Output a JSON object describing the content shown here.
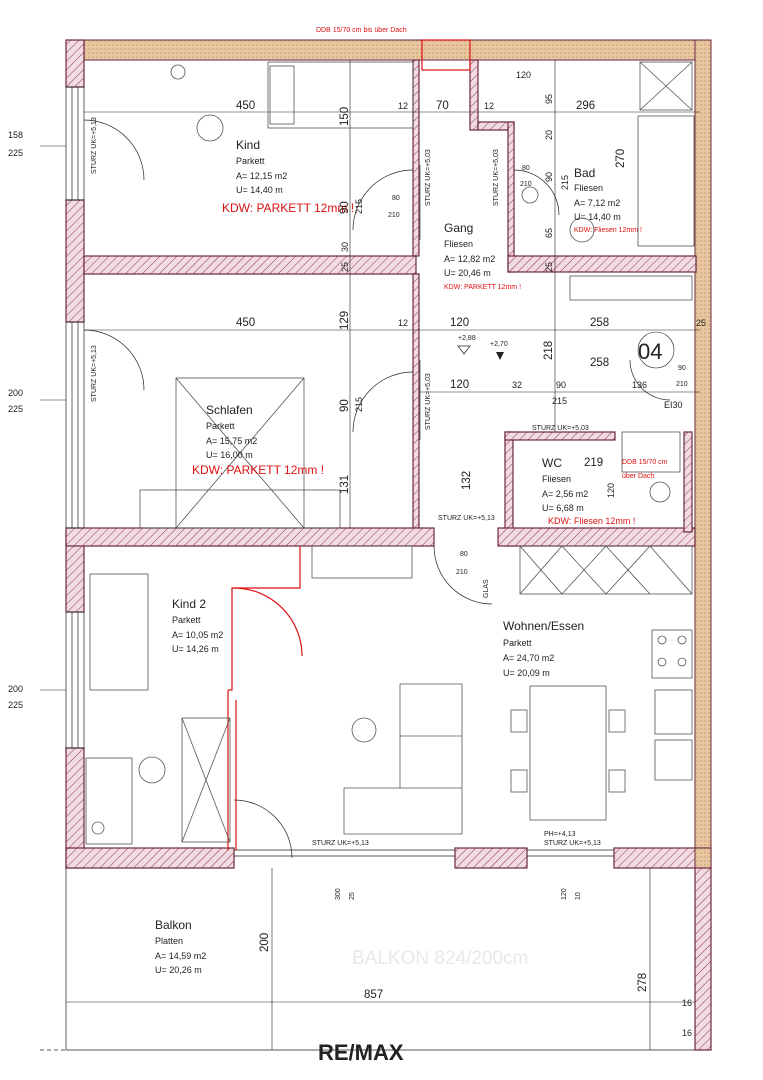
{
  "rooms": [
    {
      "name": "Kind",
      "floor": "Parkett",
      "area": "A=  12,15 m2",
      "perimeter": "U=  14,40 m",
      "note": "KDW: PARKETT 12mm !"
    },
    {
      "name": "Gang",
      "floor": "Fliesen",
      "area": "A=  12,82 m2",
      "perimeter": "U= 20,46 m",
      "note": "KDW: PARKETT 12mm !"
    },
    {
      "name": "Bad",
      "floor": "Fliesen",
      "area": "A=   7,12 m2",
      "perimeter": "U=  14,40 m",
      "note": "KDW: Fliesen 12mm !"
    },
    {
      "name": "Schlafen",
      "floor": "Parkett",
      "area": "A=  15,75 m2",
      "perimeter": "U=  16,00 m",
      "note": "KDW: PARKETT 12mm !"
    },
    {
      "name": "WC",
      "floor": "Fliesen",
      "area": "A=   2,56 m2",
      "perimeter": "U=   6,68 m",
      "note": "KDW: Fliesen 12mm !"
    },
    {
      "name": "Kind 2",
      "floor": "Parkett",
      "area": "A=  10,05 m2",
      "perimeter": "U=  14,26 m"
    },
    {
      "name": "Wohnen/Essen",
      "floor": "Parkett",
      "area": "A= 24,70 m2",
      "perimeter": "U= 20,09 m"
    },
    {
      "name": "Balkon",
      "floor": "Platten",
      "area": "A= 14,59 m2",
      "perimeter": "U= 20,26 m"
    }
  ],
  "unit_number": "04",
  "balcony_caption": "BALKON 824/200cm",
  "watermark": "RE/MAX",
  "door_fire_rating": "EI30",
  "glas_label": "GLAS",
  "ddb_note_lines": [
    "DDB 15/70 cm",
    "über Dach"
  ],
  "top_cut_note": "DDB 15/70 cm bis über Dach",
  "sturz": {
    "s513": "STURZ UK=+5,13",
    "s503": "STURZ UK=+5,03",
    "s503b": "STURZ UK=+5,03",
    "s503c": "STURZ UK=+5,03",
    "s503d": "STURZ UK=+5,03",
    "s513b": "STURZ UK=+5,13",
    "s513c": "STURZ UK=+5,13",
    "s513d": "STURZ UK=+5,13",
    "s513e": "STURZ UK=+5,13",
    "ph": "PH=+4,13"
  },
  "levels": {
    "l1": "+2,88",
    "l2": "+2,70"
  },
  "dims": {
    "d450a": "450",
    "d12a": "12",
    "d70": "70",
    "d12b": "12",
    "d296": "296",
    "d120b": "120",
    "d95": "95",
    "d150": "150",
    "d20": "20",
    "d270": "270",
    "d90a": "90",
    "d215a": "215",
    "d80a": "80",
    "d210a": "210",
    "d80b": "80",
    "d210b": "210",
    "d90b": "90",
    "d215b": "215",
    "d65": "65",
    "d30a": "30",
    "d25a": "25",
    "d25b": "25",
    "d450b": "450",
    "d129": "129",
    "d12c": "12",
    "d120a": "120",
    "d258a": "258",
    "d25c": "25",
    "d218": "218",
    "d258b": "258",
    "d90c": "90",
    "d210c": "210",
    "d120c": "120",
    "d32": "32",
    "d90d": "90",
    "d136": "136",
    "d215c": "215",
    "d90e": "90",
    "d215d": "215",
    "d131": "131",
    "d132": "132",
    "d219": "219",
    "d120d": "120",
    "d80c": "80",
    "d210d": "210",
    "d158": "158",
    "d225a": "225",
    "d200a": "200",
    "d225b": "225",
    "d200b": "200",
    "d225c": "225",
    "d300": "300",
    "d25d": "25",
    "d120e": "120",
    "d10": "10",
    "d200c": "200",
    "d857": "857",
    "d278": "278",
    "d16a": "16",
    "d16b": "16"
  }
}
